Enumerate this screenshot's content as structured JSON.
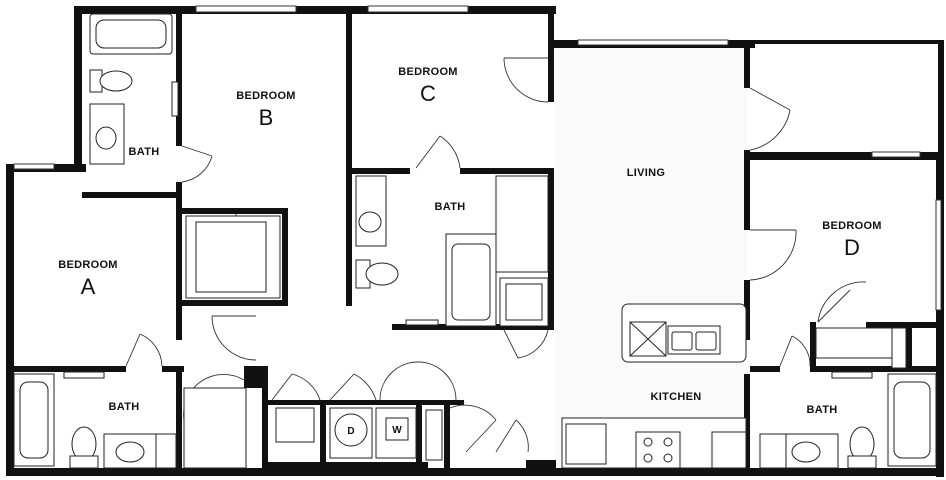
{
  "rooms": {
    "bedroom_a": {
      "label": "BEDROOM",
      "letter": "A"
    },
    "bedroom_b": {
      "label": "BEDROOM",
      "letter": "B"
    },
    "bedroom_c": {
      "label": "BEDROOM",
      "letter": "C"
    },
    "bedroom_d": {
      "label": "BEDROOM",
      "letter": "D"
    },
    "bath_b": {
      "label": "BATH"
    },
    "bath_c": {
      "label": "BATH"
    },
    "bath_a": {
      "label": "BATH"
    },
    "bath_d": {
      "label": "BATH"
    },
    "living": {
      "label": "LIVING"
    },
    "kitchen": {
      "label": "KITCHEN"
    }
  },
  "appliances": {
    "dryer": "D",
    "washer": "W"
  },
  "colors": {
    "wall": "#111111",
    "floor": "#ffffff"
  }
}
